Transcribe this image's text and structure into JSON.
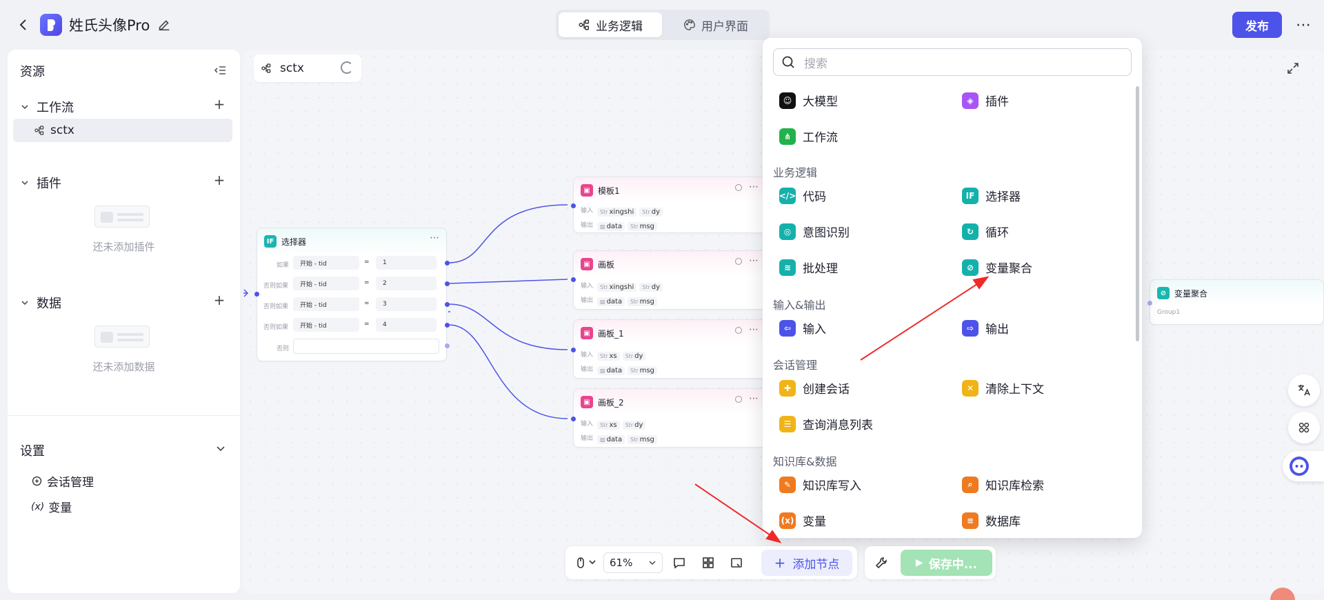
{
  "header": {
    "app_title": "姓氏头像Pro",
    "tabs": [
      {
        "label": "业务逻辑",
        "active": true
      },
      {
        "label": "用户界面",
        "active": false
      }
    ],
    "publish_label": "发布",
    "accent_color": "#4d53e8"
  },
  "sidebar": {
    "title": "资源",
    "groups": [
      {
        "label": "工作流",
        "items": [
          "sctx"
        ]
      },
      {
        "label": "插件",
        "empty_text": "还未添加插件"
      },
      {
        "label": "数据",
        "empty_text": "还未添加数据"
      }
    ],
    "settings": {
      "label": "设置",
      "items": [
        "会话管理",
        "变量"
      ]
    }
  },
  "canvas": {
    "workflow_tab": "sctx",
    "selector_node": {
      "title": "选择器",
      "rows": [
        {
          "label": "如果",
          "left": "开始 - tid",
          "op": "=",
          "right": "1"
        },
        {
          "label": "否则如果",
          "left": "开始 - tid",
          "op": "=",
          "right": "2"
        },
        {
          "label": "否则如果",
          "left": "开始 - tid",
          "op": "=",
          "right": "3"
        },
        {
          "label": "否则如果",
          "left": "开始 - tid",
          "op": "=",
          "right": "4"
        },
        {
          "label": "否则",
          "left": "",
          "op": "",
          "right": ""
        }
      ]
    },
    "template_nodes": [
      {
        "title": "模板1",
        "inputs": [
          "xingshi",
          "dy"
        ],
        "outputs": [
          "data",
          "msg"
        ]
      },
      {
        "title": "画板",
        "inputs": [
          "xingshi",
          "dy"
        ],
        "outputs": [
          "data",
          "msg"
        ]
      },
      {
        "title": "画板_1",
        "inputs": [
          "xs",
          "dy"
        ],
        "outputs": [
          "data",
          "msg"
        ]
      },
      {
        "title": "画板_2",
        "inputs": [
          "xs",
          "dy"
        ],
        "outputs": [
          "data",
          "msg"
        ]
      }
    ],
    "io_labels": {
      "input": "输入",
      "output": "输出",
      "str": "Str"
    },
    "aggregate_node": {
      "title": "变量聚合",
      "group": "Group1"
    }
  },
  "popup": {
    "search_placeholder": "搜索",
    "top_items": [
      "大模型",
      "插件",
      "工作流"
    ],
    "sections": [
      {
        "title": "业务逻辑",
        "items": [
          "代码",
          "选择器",
          "意图识别",
          "循环",
          "批处理",
          "变量聚合"
        ]
      },
      {
        "title": "输入&输出",
        "items": [
          "输入",
          "输出"
        ]
      },
      {
        "title": "会话管理",
        "items": [
          "创建会话",
          "清除上下文",
          "查询消息列表"
        ]
      },
      {
        "title": "知识库&数据",
        "items": [
          "知识库写入",
          "知识库检索",
          "变量",
          "数据库"
        ]
      }
    ]
  },
  "toolbar": {
    "zoom": "61%",
    "add_node_label": "添加节点",
    "saving_label": "保存中..."
  }
}
